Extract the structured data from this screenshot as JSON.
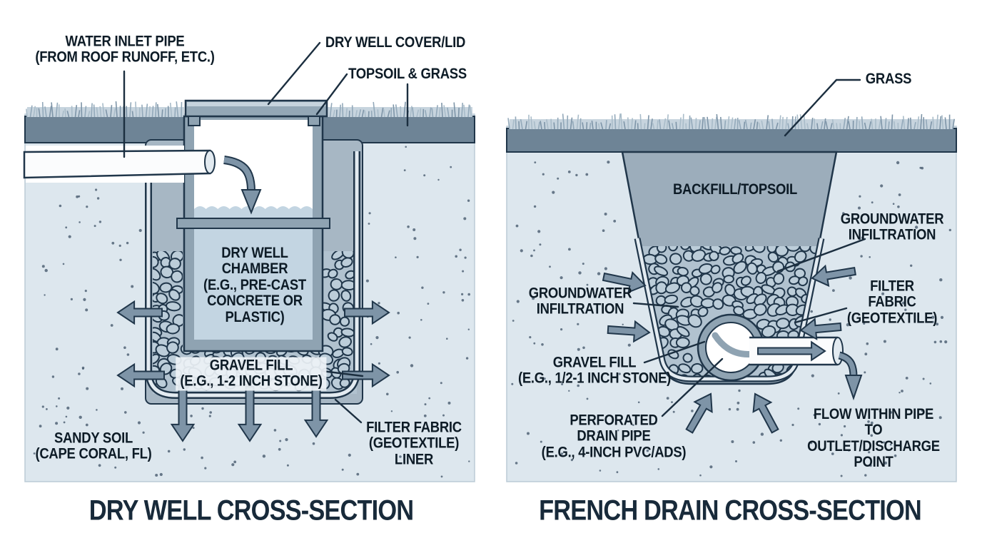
{
  "left_panel": {
    "title": "DRY WELL CROSS-SECTION",
    "labels": {
      "water_inlet_pipe": "WATER INLET PIPE\n(FROM ROOF RUNOFF, ETC.)",
      "cover_lid": "DRY WELL COVER/LID",
      "topsoil_grass": "TOPSOIL & GRASS",
      "chamber": "DRY WELL\nCHAMBER\n(E.G., PRE-CAST\nCONCRETE OR\nPLASTIC)",
      "gravel_fill": "GRAVEL FILL\n(E.G., 1-2 INCH STONE)",
      "sandy_soil": "SANDY SOIL\n(CAPE CORAL, FL)",
      "filter_fabric": "FILTER FABRIC\n(GEOTEXTILE)\nLINER"
    }
  },
  "right_panel": {
    "title": "FRENCH DRAIN CROSS-SECTION",
    "labels": {
      "grass": "GRASS",
      "backfill_topsoil": "BACKFILL/TOPSOIL",
      "groundwater_infiltration_right": "GROUNDWATER\nINFILTRATION",
      "groundwater_infiltration_left": "GROUNDWATER\nINFILTRATION",
      "filter_fabric": "FILTER FABRIC\n(GEOTEXTILE)",
      "gravel_fill": "GRAVEL FILL\n(E.G., 1/2-1 INCH STONE)",
      "perforated_drain_pipe": "PERFORATED\nDRAIN PIPE\n(E.G., 4-INCH PVC/ADS)",
      "flow_within_pipe": "FLOW WITHIN PIPE\nTO OUTLET/DISCHARGE\nPOINT"
    }
  },
  "colors": {
    "outline": "#20364a",
    "soil": "#dde7ee",
    "soil_edge": "#bccbd6",
    "speckle": "#3d5266",
    "topsoil": "#6e8496",
    "grass_band": "#c7d4de",
    "grass_blades": [
      "#7e95a8",
      "#93a9ba",
      "#a9bcc9"
    ],
    "excavation": "#a7b7c4",
    "gravel_bg": "#b1c2cf",
    "stone_fill": "#bccdd9",
    "fabric_light": "#e3ebf1",
    "wall": "#8fa3b2",
    "wall_light": "#c6d3dd",
    "water": "#c3d5e2",
    "white_pipe": "#fbfcfd",
    "pipe_cap": "#e2eaf0",
    "arrow": "#7e94a7",
    "backfill": "#9cadbb",
    "callout": "#1b2e3f"
  }
}
